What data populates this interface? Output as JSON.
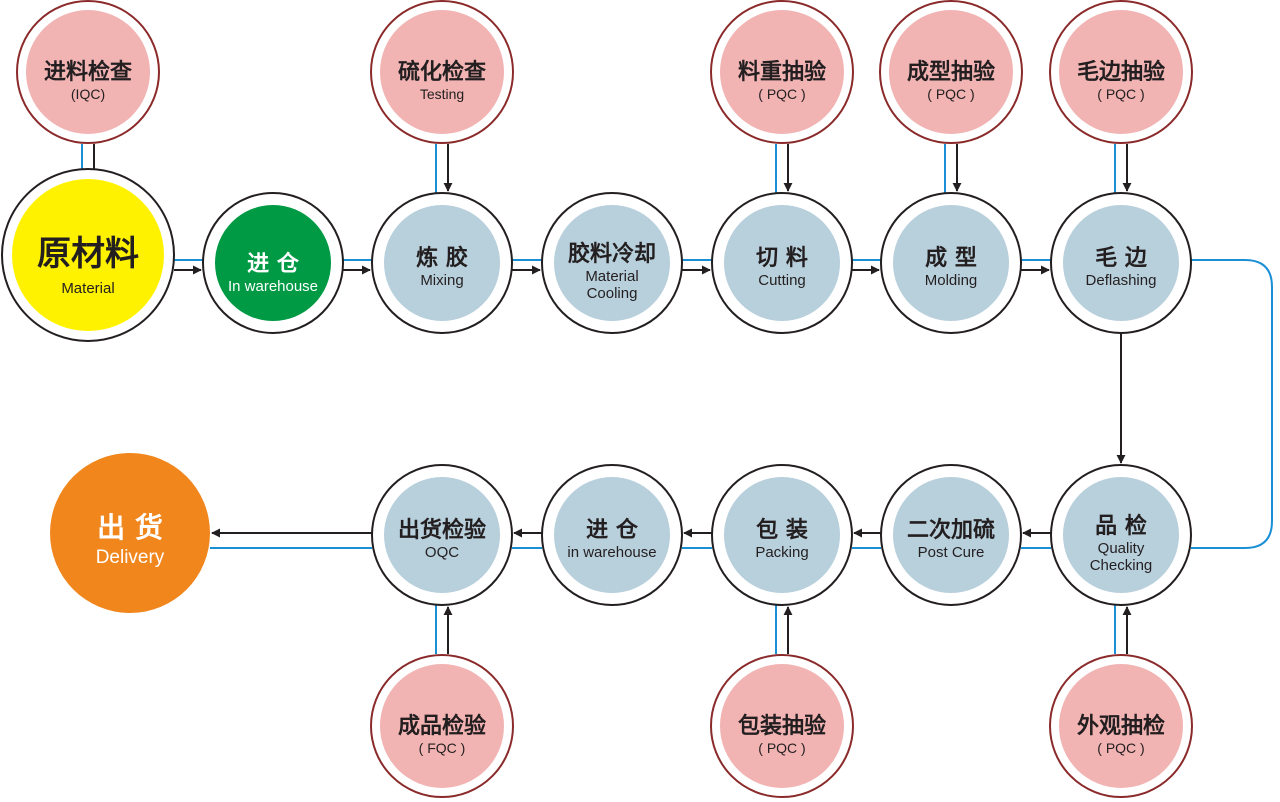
{
  "colors": {
    "material": "#fff200",
    "warehouse_in": "#009a44",
    "process": "#b8cfdc",
    "inspection": "#f2b3b3",
    "inspection_ring": "#8b2a2a",
    "delivery": "#f0861c",
    "blue_line": "#1a8fd6",
    "arrow": "#231f20"
  },
  "process_steps": [
    {
      "id": "material",
      "zh": "原材料",
      "en": "Material",
      "kind": "material"
    },
    {
      "id": "in-warehouse",
      "zh": "进 仓",
      "en": "In warehouse",
      "kind": "warehouse_in"
    },
    {
      "id": "mixing",
      "zh": "炼 胶",
      "en": "Mixing",
      "kind": "process"
    },
    {
      "id": "material-cooling",
      "zh": "胶料冷却",
      "en": "Material",
      "en2": "Cooling",
      "kind": "process"
    },
    {
      "id": "cutting",
      "zh": "切 料",
      "en": "Cutting",
      "kind": "process"
    },
    {
      "id": "molding",
      "zh": "成 型",
      "en": "Molding",
      "kind": "process"
    },
    {
      "id": "deflashing",
      "zh": "毛 边",
      "en": "Deflashing",
      "kind": "process"
    },
    {
      "id": "quality-checking",
      "zh": "品 检",
      "en": "Quality",
      "en2": "Checking",
      "kind": "process"
    },
    {
      "id": "post-cure",
      "zh": "二次加硫",
      "en": "Post Cure",
      "kind": "process"
    },
    {
      "id": "packing",
      "zh": "包 装",
      "en": "Packing",
      "kind": "process"
    },
    {
      "id": "in-warehouse-2",
      "zh": "进 仓",
      "en": "in warehouse",
      "kind": "process"
    },
    {
      "id": "oqc",
      "zh": "出货检验",
      "en": "OQC",
      "kind": "process"
    },
    {
      "id": "delivery",
      "zh": "出 货",
      "en": "Delivery",
      "kind": "delivery"
    }
  ],
  "inspections": [
    {
      "id": "iqc",
      "zh": "进料检查",
      "en": "(IQC)",
      "target": "material"
    },
    {
      "id": "testing",
      "zh": "硫化检查",
      "en": "Testing",
      "target": "mixing"
    },
    {
      "id": "pqc-cutting",
      "zh": "料重抽验",
      "en": "( PQC )",
      "target": "cutting"
    },
    {
      "id": "pqc-molding",
      "zh": "成型抽验",
      "en": "( PQC )",
      "target": "molding"
    },
    {
      "id": "pqc-deflashing",
      "zh": "毛边抽验",
      "en": "( PQC )",
      "target": "deflashing"
    },
    {
      "id": "fqc",
      "zh": "成品检验",
      "en": "( FQC )",
      "target": "oqc"
    },
    {
      "id": "pqc-packing",
      "zh": "包装抽验",
      "en": "( PQC )",
      "target": "packing"
    },
    {
      "id": "pqc-appearance",
      "zh": "外观抽检",
      "en": "( PQC )",
      "target": "quality-checking"
    }
  ]
}
